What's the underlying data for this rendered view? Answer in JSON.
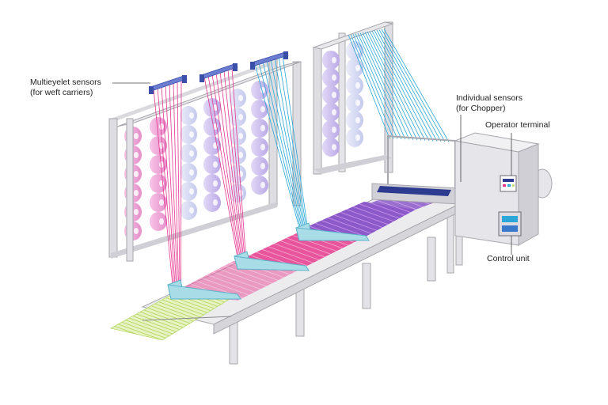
{
  "labels": {
    "multieyelet_sensors": {
      "line1": "Multieyelet sensors",
      "line2": "(for weft carriers)"
    },
    "individual_sensors": {
      "line1": "Individual sensors",
      "line2": "(for Chopper)"
    },
    "operator_terminal": "Operator terminal",
    "control_unit": "Control unit"
  },
  "colors": {
    "frame": "#dedee2",
    "frame_edge": "#a7a7ad",
    "bobbin_pink": "#f2a8d8",
    "bobbin_lavender": "#cfc3ee",
    "bobbin_lightblue": "#d8dcf5",
    "thread_pink": "#e8358f",
    "thread_cyan": "#2aa7d6",
    "sensor_bar": "#6a7dd0",
    "fabric_pink": "#e8559c",
    "fabric_purple": "#8c5ac8",
    "fabric_green": "#c7e27a",
    "table": "#e9e9ec",
    "clamp": "#a8dde8"
  },
  "icons": [
    "sensor-bar-icon",
    "spool-icon",
    "screen-icon"
  ]
}
